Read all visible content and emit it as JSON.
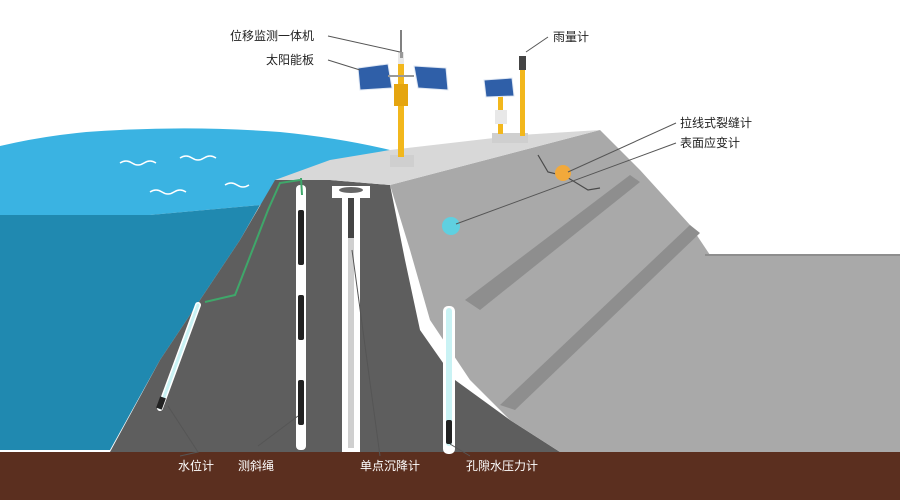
{
  "labels": {
    "displacement_unit": "位移监测一体机",
    "solar_panel": "太阳能板",
    "rain_gauge": "雨量计",
    "crack_meter": "拉线式裂缝计",
    "strain_gauge": "表面应变计",
    "water_level": "水位计",
    "inclinometer": "测斜绳",
    "settlement": "单点沉降计",
    "piezometer": "孔隙水压力计"
  },
  "colors": {
    "water_surface": "#3ab3e2",
    "water_deep": "#2089b0",
    "dam_core": "#5e5e5e",
    "dam_face": "#a9a9a9",
    "soil": "#5b2f1f",
    "mast": "#f2b71c",
    "sensor_orange": "#f2a93b",
    "sensor_cyan": "#5fd0e0"
  }
}
